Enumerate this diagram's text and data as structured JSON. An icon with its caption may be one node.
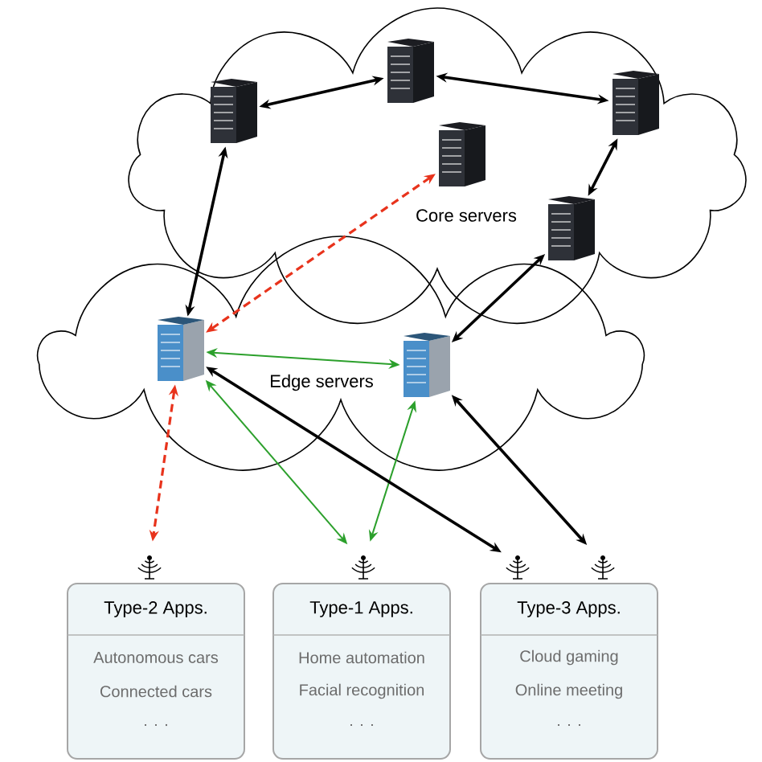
{
  "diagram": {
    "nodes": [
      {
        "text": [
          "Core servers"
        ]
      },
      {
        "text": [],
        "shape": "server",
        "in": 0
      },
      {
        "text": [],
        "shape": "server",
        "in": 0
      },
      {
        "text": [],
        "shape": "server",
        "in": 0
      },
      {
        "text": [],
        "shape": "server",
        "in": 0
      },
      {
        "text": [],
        "shape": "server",
        "in": 0
      },
      {
        "text": [
          "Edge servers"
        ]
      },
      {
        "text": [],
        "shape": "server",
        "in": 6
      },
      {
        "text": [],
        "shape": "server",
        "in": 6
      },
      {
        "text": [],
        "shape": "antenna"
      },
      {
        "text": [],
        "shape": "antenna"
      },
      {
        "text": [],
        "shape": "antenna"
      },
      {
        "text": [],
        "shape": "antenna"
      },
      {
        "text": [
          "Type-2 Apps.",
          "Autonomous cars",
          "Connected cars",
          ". . ."
        ]
      },
      {
        "text": [
          "Type-1 Apps.",
          "Home automation",
          "Facial recognition",
          ". . ."
        ]
      },
      {
        "text": [
          "Type-3 Apps.",
          "Cloud gaming",
          "Online meeting",
          ". . ."
        ]
      }
    ],
    "edges": [
      {
        "from": 1,
        "to": 2,
        "arrow": "both"
      },
      {
        "from": 2,
        "to": 3,
        "arrow": "both"
      },
      {
        "from": 3,
        "to": 5,
        "arrow": "both"
      },
      {
        "from": 1,
        "to": 7,
        "arrow": "both"
      },
      {
        "from": 4,
        "to": 7,
        "arrow": "both",
        "style": "dashed",
        "color": "#e8331c"
      },
      {
        "from": 5,
        "to": 8,
        "arrow": "both"
      },
      {
        "from": 7,
        "to": 8,
        "arrow": "both",
        "color": "#2ca02c"
      },
      {
        "from": 7,
        "to": 10,
        "arrow": "both",
        "color": "#2ca02c"
      },
      {
        "from": 8,
        "to": 10,
        "arrow": "both",
        "color": "#2ca02c"
      },
      {
        "from": 7,
        "to": 11,
        "arrow": "both"
      },
      {
        "from": 8,
        "to": 12,
        "arrow": "both"
      },
      {
        "from": 7,
        "to": 9,
        "arrow": "both",
        "style": "dashed",
        "color": "#e8331c"
      }
    ]
  }
}
